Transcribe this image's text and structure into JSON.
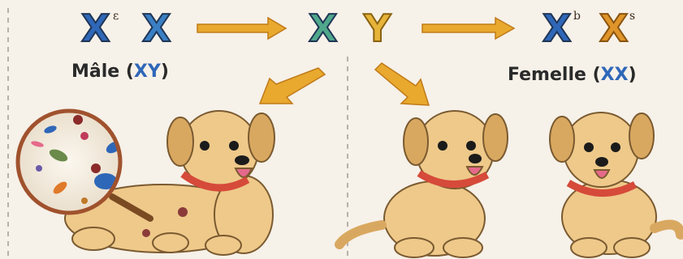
{
  "chromosomes": {
    "male_set": [
      "X",
      "X"
    ],
    "middle_set": [
      "X",
      "Y"
    ],
    "female_set": [
      "X",
      "X"
    ],
    "male_sup": "ε",
    "female_sup": [
      "b",
      "s"
    ]
  },
  "labels": {
    "male": {
      "prefix": "Mâle (",
      "code": "XY",
      "suffix": ")"
    },
    "female": {
      "prefix": "Femelle (",
      "code": "XX",
      "suffix": ")"
    }
  },
  "colors": {
    "background": "#f6f1e9",
    "x_blue": "#2f67b8",
    "x_green": "#4fa88c",
    "x_orange": "#e0952a",
    "y_gold": "#e7b43a",
    "arrow": "#e8a92e",
    "dog_fur": "#eec98a",
    "collar": "#d64a3a",
    "lens_ring": "#a0522d"
  },
  "icons": [
    "chromosome-x-icon",
    "chromosome-y-icon",
    "arrow-icon",
    "magnifier-icon",
    "dog-illustration"
  ]
}
